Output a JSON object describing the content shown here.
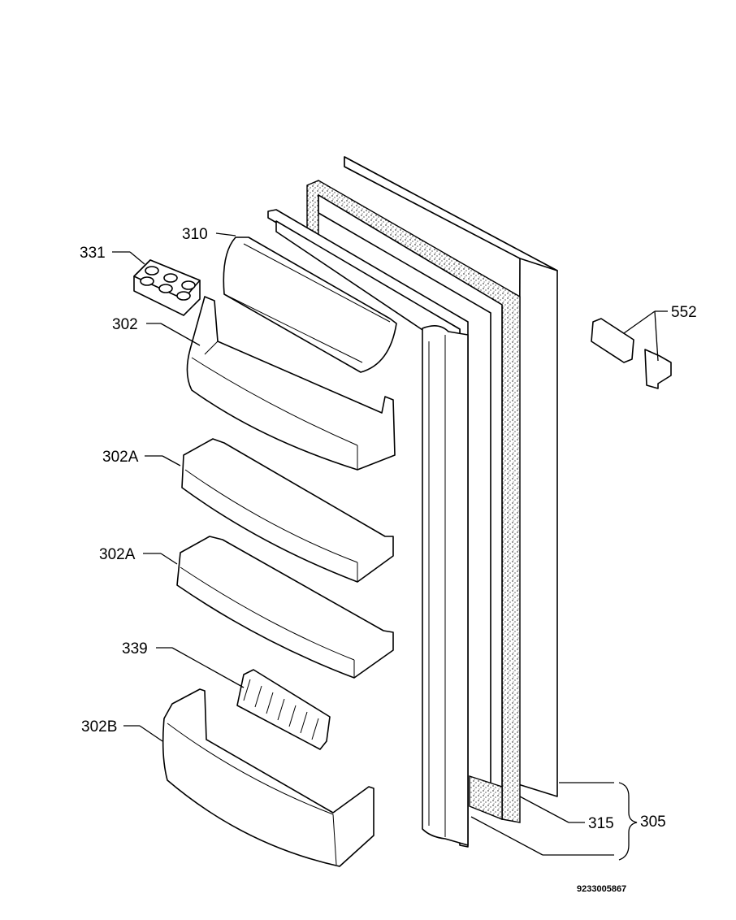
{
  "callouts": {
    "c331": "331",
    "c310": "310",
    "c302": "302",
    "c302a_1": "302A",
    "c302a_2": "302A",
    "c339": "339",
    "c302b": "302B",
    "c552": "552",
    "c315": "315",
    "c305": "305"
  },
  "document_number": "9233005867"
}
